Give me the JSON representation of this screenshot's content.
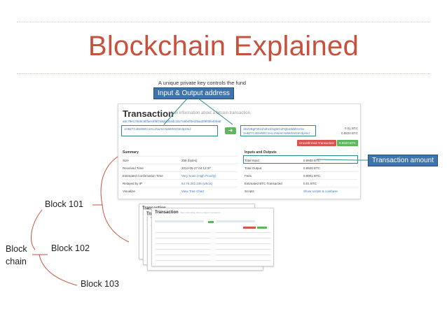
{
  "slide": {
    "title": "Blockchain Explained",
    "key_note": "A unique private key controls the fund",
    "tag_io": "Input & Output address",
    "tag_amount": "Transaction amount"
  },
  "chain": {
    "label_line1": "Block",
    "label_line2": "chain",
    "blocks": [
      "Block 101",
      "Block 102",
      "Block 103"
    ]
  },
  "transaction": {
    "heading": "Transaction",
    "subheading": "View information about a bitcoin transaction",
    "hash": "a8c79e17b69c8bfaec8f8f7d62a0b3dc1527a5b4f0e1f9aa3f9f0bb4b9a9",
    "input_address": "1H8Z7C4EMWtC1HL1NuAKYaM6hSGtm3pHvJ",
    "output_addresses": [
      "1EZ4BgFW1nh3hzZHgtkG2FQboW6hrnrSv",
      "1H8Z7C4EMWtC1HL1NuAKYaM6hSGtm3pHvJ"
    ],
    "output_amounts": [
      "0.01 BTC",
      "0.8820 BTC"
    ],
    "unconfirmed_label": "Unconfirmed Transaction",
    "total_badge": "0.8920 BTC",
    "summary_title": "Summary",
    "summary_rows": [
      {
        "k": "Size",
        "v": "258 (bytes)"
      },
      {
        "k": "Received Time",
        "v": "2014-05-27 04:13:37"
      },
      {
        "k": "Estimated Confirmation Time",
        "v": "Very Soon (High Priority)"
      },
      {
        "k": "Relayed by IP",
        "v": "64.76.242.235 (whois)"
      },
      {
        "k": "Visualize",
        "v": "View Tree Chart"
      }
    ],
    "io_title": "Inputs and Outputs",
    "io_rows": [
      {
        "k": "Total Input",
        "v": "0.8930 BTC"
      },
      {
        "k": "Total Output",
        "v": "0.8920 BTC"
      },
      {
        "k": "Fees",
        "v": "0.0001 BTC"
      },
      {
        "k": "Estimated BTC Transacted",
        "v": "0.01 BTC"
      },
      {
        "k": "Scripts",
        "v": "Show scripts & coinbase"
      }
    ]
  },
  "colors": {
    "title": "#c8513d",
    "tag_bg": "#3f74a8",
    "connector": "#2b8a8a",
    "brace": "#c8513d"
  }
}
